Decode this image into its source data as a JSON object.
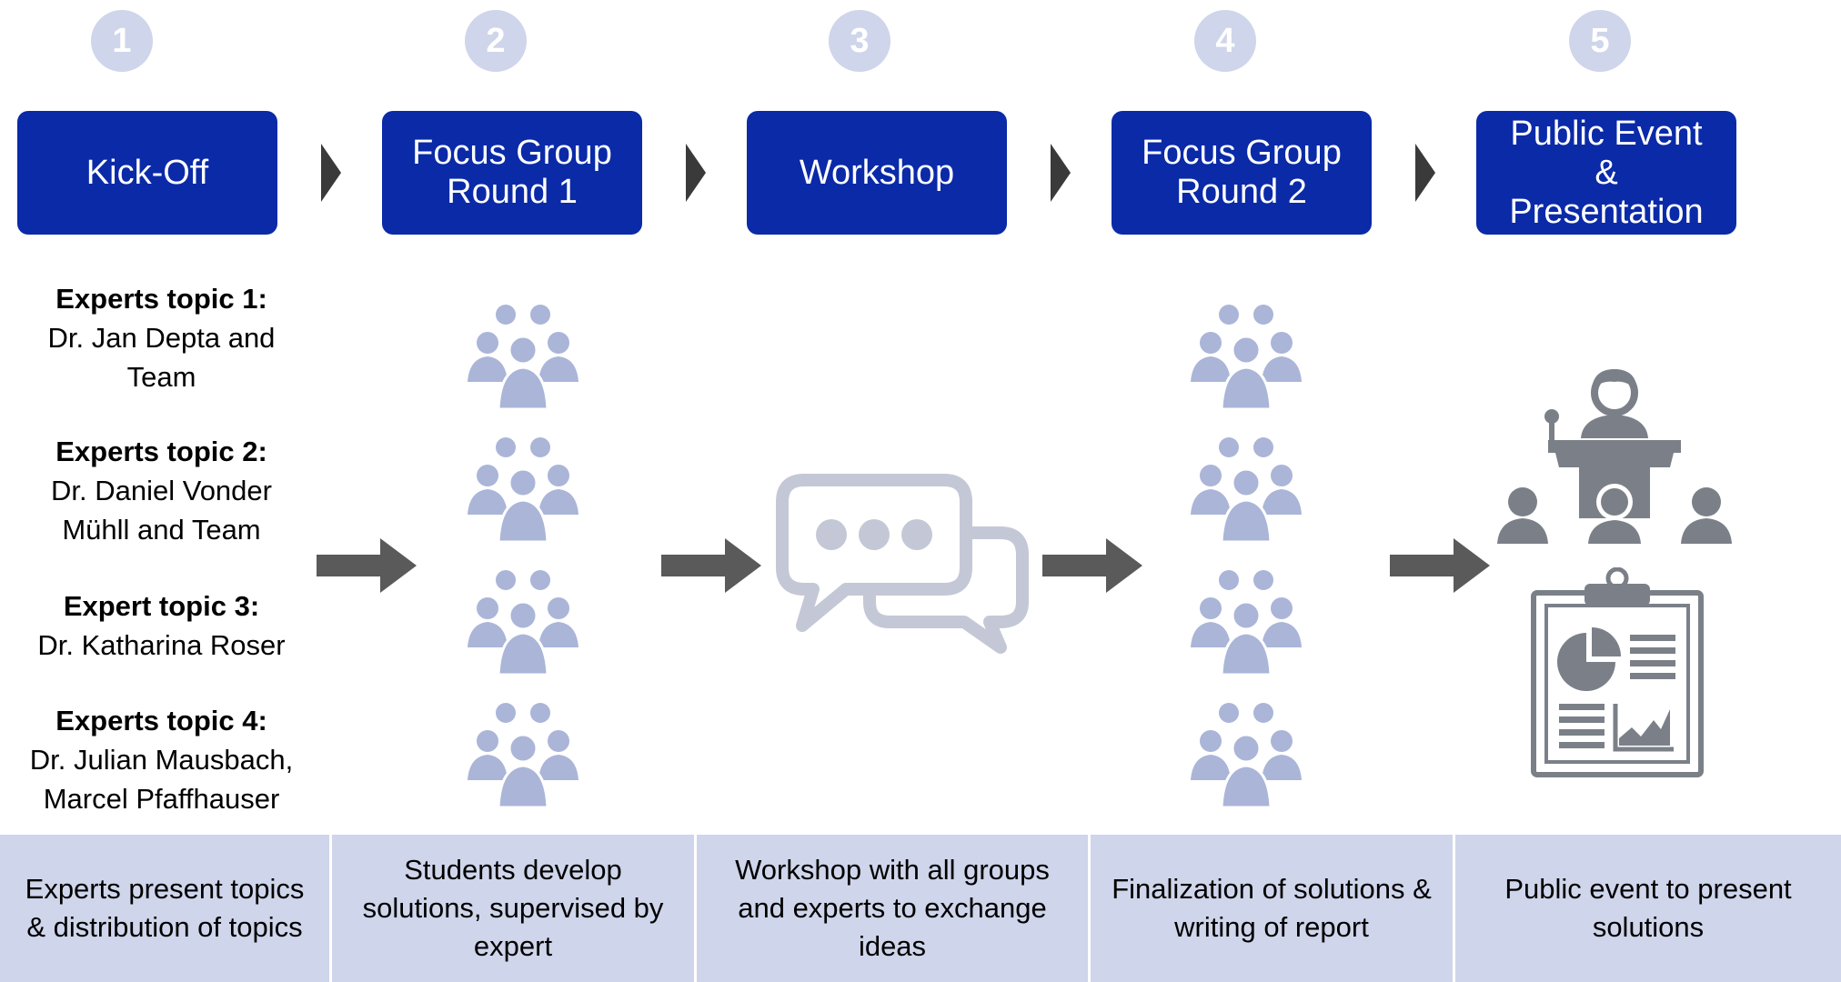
{
  "steps": [
    {
      "number": "1",
      "title": "Kick-Off"
    },
    {
      "number": "2",
      "title": "Focus Group\nRound 1"
    },
    {
      "number": "3",
      "title": "Workshop"
    },
    {
      "number": "4",
      "title": "Focus Group\nRound 2"
    },
    {
      "number": "5",
      "title": "Public Event\n&\nPresentation"
    }
  ],
  "experts": [
    {
      "heading": "Experts topic 1:",
      "names": "Dr. Jan Depta and\nTeam"
    },
    {
      "heading": "Experts topic 2:",
      "names": "Dr. Daniel Vonder\nMühll and Team"
    },
    {
      "heading": "Expert topic 3:",
      "names": "Dr. Katharina Roser"
    },
    {
      "heading": "Experts topic 4:",
      "names": "Dr. Julian Mausbach,\nMarcel Pfaffhauser"
    }
  ],
  "descriptions": [
    "Experts present topics & distribution of topics",
    "Students develop solutions, supervised by expert",
    "Workshop with all groups and experts to exchange ideas",
    "Finalization of solutions & writing of report",
    "Public event to present solutions"
  ],
  "colors": {
    "phase_box": "#0a2aa8",
    "step_circle": "#cfd5ea",
    "icon_light": "#aab5d8",
    "icon_gray": "#7b8088",
    "arrow": "#5a5a5a",
    "bottom_bar": "#cfd5ea"
  },
  "icons": [
    "group-icon",
    "chat-bubbles-icon",
    "presenter-podium-icon",
    "clipboard-report-icon",
    "chevron-right-icon",
    "arrow-right-icon"
  ]
}
